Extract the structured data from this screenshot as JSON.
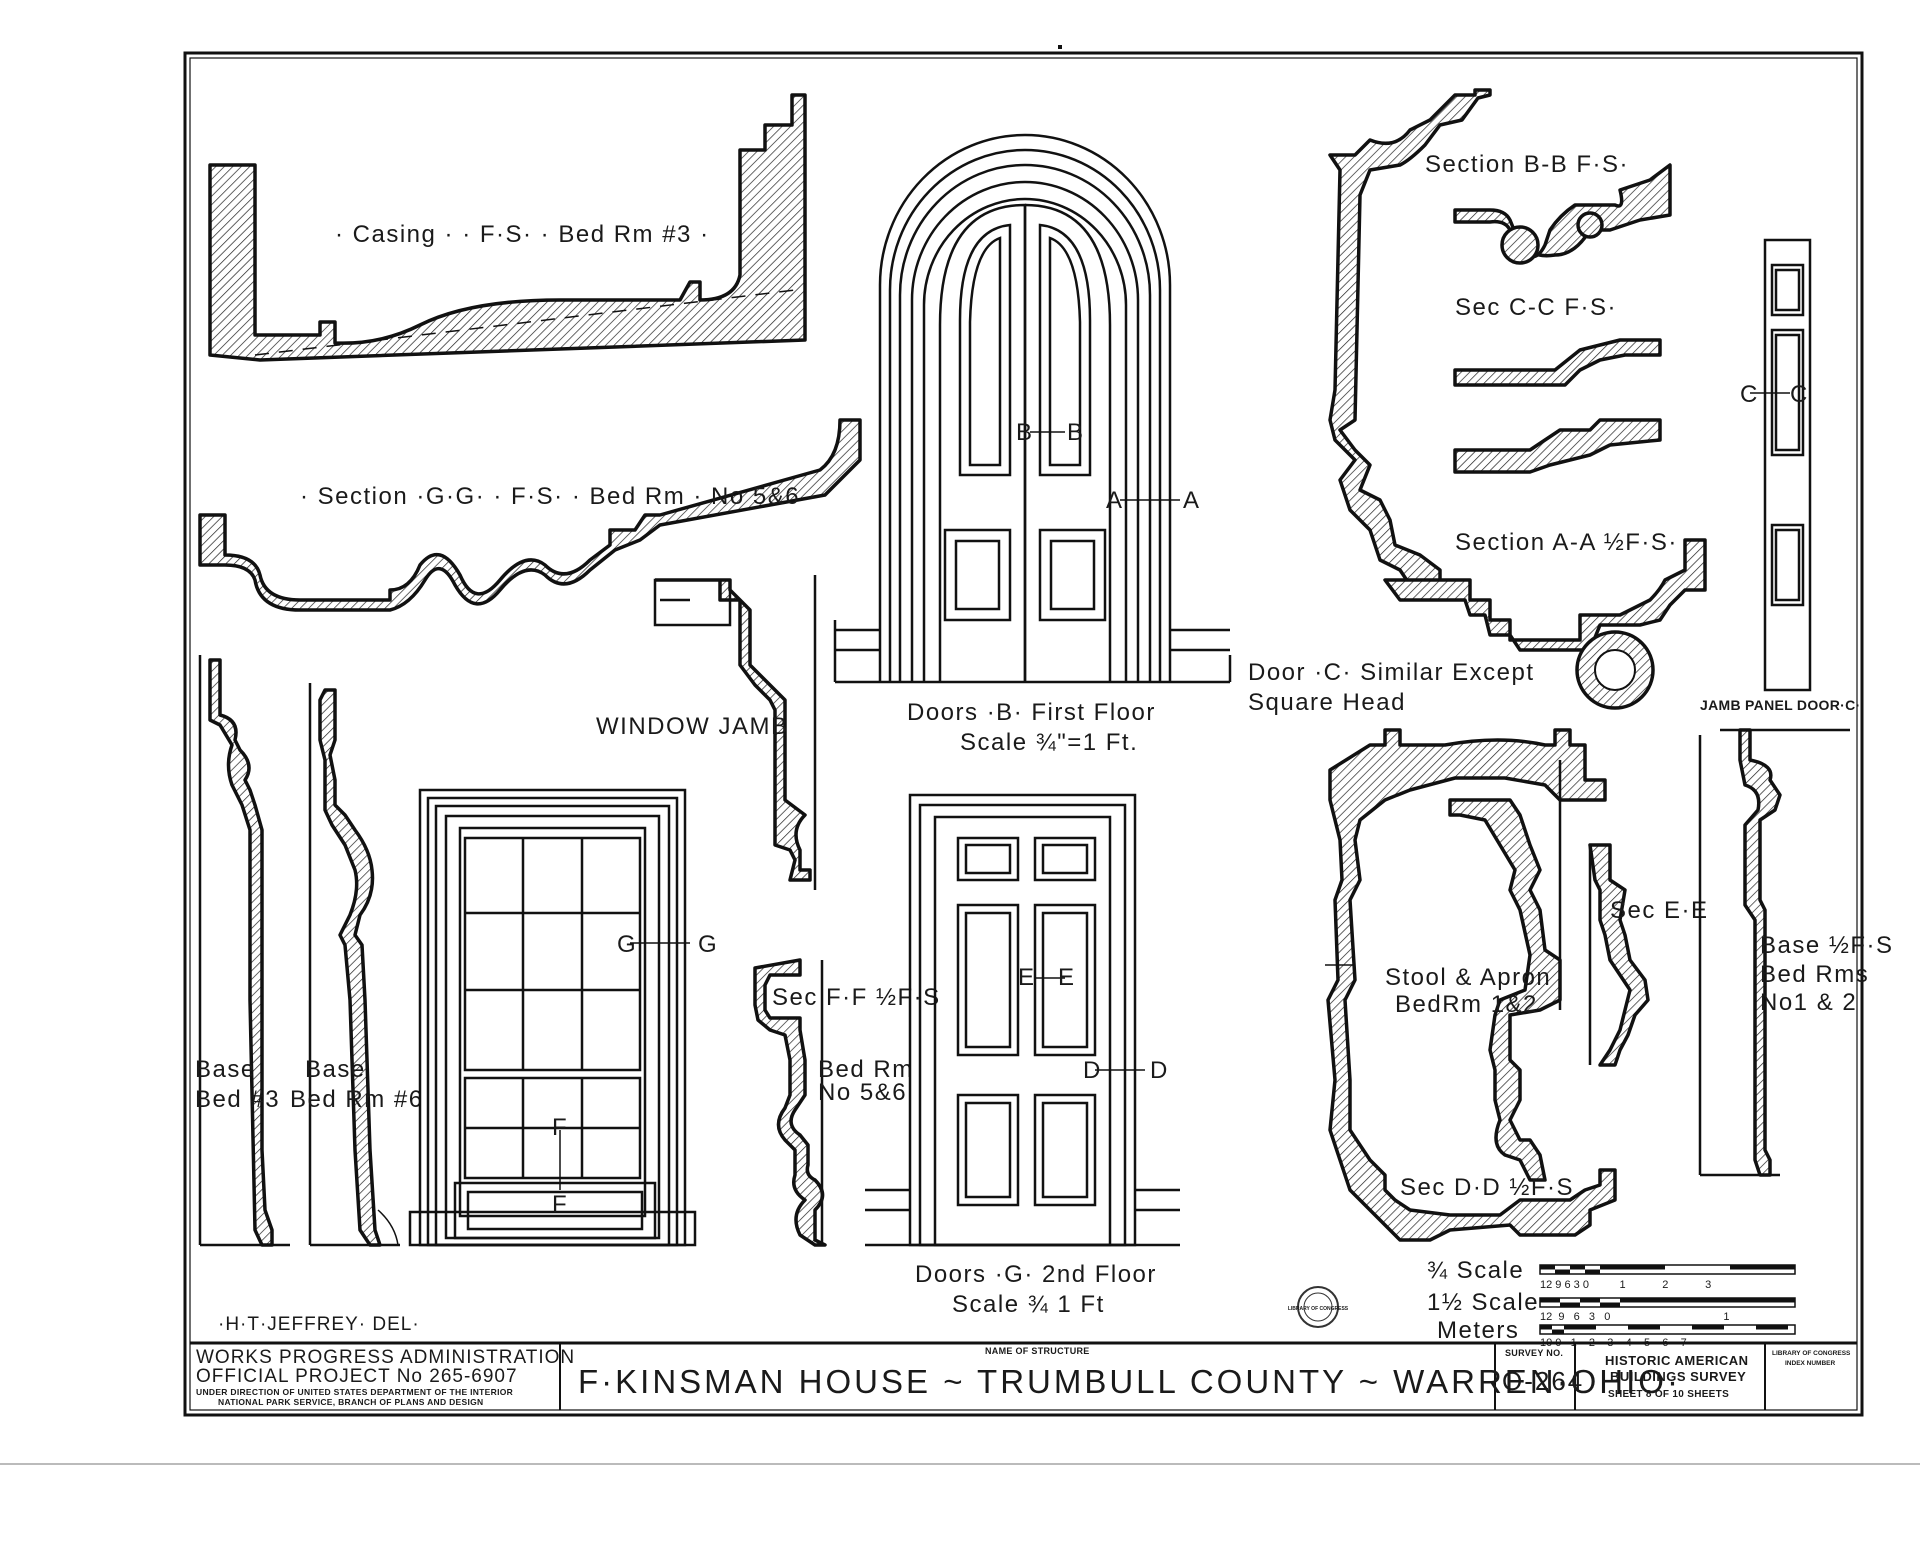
{
  "labels": {
    "casing": "· Casing · · F·S· · Bed Rm #3 ·",
    "section_gg": "· Section ·G·G· · F·S· · Bed Rm · No 5&6 ·",
    "window_jamb": "WINDOW JAMB",
    "section_bb": "Section B-B  F·S·",
    "sec_cc": "Sec C-C F·S·",
    "section_aa": "Section A-A  ½F·S·",
    "door_c_note_1": "Door ·C· Similar Except",
    "door_c_note_2": "Square Head",
    "jamb_panel": "JAMB PANEL DOOR·C·",
    "doors_b_1": "Doors ·B· First Floor",
    "doors_b_2": "Scale ¾\"=1 Ft.",
    "doors_g_1": "Doors ·G·  2nd Floor",
    "doors_g_2": "Scale ¾  1 Ft",
    "base_bed3_1": "Base",
    "base_bed3_2": "Bed #3",
    "base_bed6_1": "Base",
    "base_bed6_2": "Bed Rm #6",
    "sec_ff": "Sec F·F ½F·S",
    "bed_rm_56_1": "Bed Rm",
    "bed_rm_56_2": "No 5&6",
    "stool_1": "Stool & Apron",
    "stool_2": "BedRm 1&2",
    "sec_ee": "Sec E·E",
    "sec_dd": "Sec D·D  ½F·S",
    "base_half_1": "Base ½F·S",
    "base_half_2": "Bed Rms",
    "base_half_3": "No1 & 2",
    "delineator": "·H·T·JEFFREY· DEL·"
  },
  "markers": {
    "b": "B",
    "a": "A",
    "c": "C",
    "g": "G",
    "e": "E",
    "d": "D",
    "f": "F"
  },
  "scales": {
    "three_quarter": "¾ Scale",
    "one_half": "1½ Scale",
    "meters": "Meters",
    "three_quarter_ticks": "12 9 6 3 0          1            2            3",
    "one_half_ticks": "12  9   6   3   0                                     1",
    "meters_ticks": "10 0   1    2    3    4    5    6    7"
  },
  "title_block": {
    "agency_1": "WORKS PROGRESS ADMINISTRATION",
    "agency_2": "OFFICIAL PROJECT No 265-6907",
    "agency_3": "UNDER DIRECTION OF UNITED STATES DEPARTMENT OF THE INTERIOR",
    "agency_4": "NATIONAL PARK SERVICE, BRANCH OF PLANS AND DESIGN",
    "name_caption": "NAME OF STRUCTURE",
    "structure_name": "F·KINSMAN HOUSE ~ TRUMBULL COUNTY ~ WARREN·OHIO·",
    "survey_caption": "SURVEY NO.",
    "survey_no": "O-264",
    "habs_1": "HISTORIC AMERICAN",
    "habs_2": "BUILDINGS SURVEY",
    "sheet": "SHEET 8 OF 10 SHEETS",
    "loc_1": "LIBRARY OF CONGRESS",
    "loc_2": "INDEX NUMBER"
  },
  "stamp": "LIBRARY OF CONGRESS"
}
